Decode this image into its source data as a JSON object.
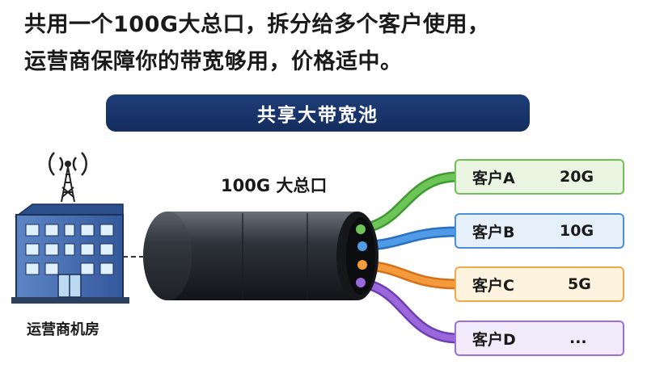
{
  "headline": {
    "line1": "共用一个100G大总口，拆分给多个客户使用，",
    "line2": "运营商保障你的带宽够用，价格适中。"
  },
  "banner": "共享大带宽池",
  "trunk_label": "100G 大总口",
  "building_label": "运营商机房",
  "customers": [
    {
      "name": "客户A",
      "bandwidth": "20G",
      "color": "#5cb848"
    },
    {
      "name": "客户B",
      "bandwidth": "10G",
      "color": "#3a86d8"
    },
    {
      "name": "客户C",
      "bandwidth": "5G",
      "color": "#f08a24"
    },
    {
      "name": "客户D",
      "bandwidth": "...",
      "color": "#8a55cf"
    }
  ],
  "icons": [
    "building-icon",
    "antenna-icon",
    "cable-icon"
  ]
}
